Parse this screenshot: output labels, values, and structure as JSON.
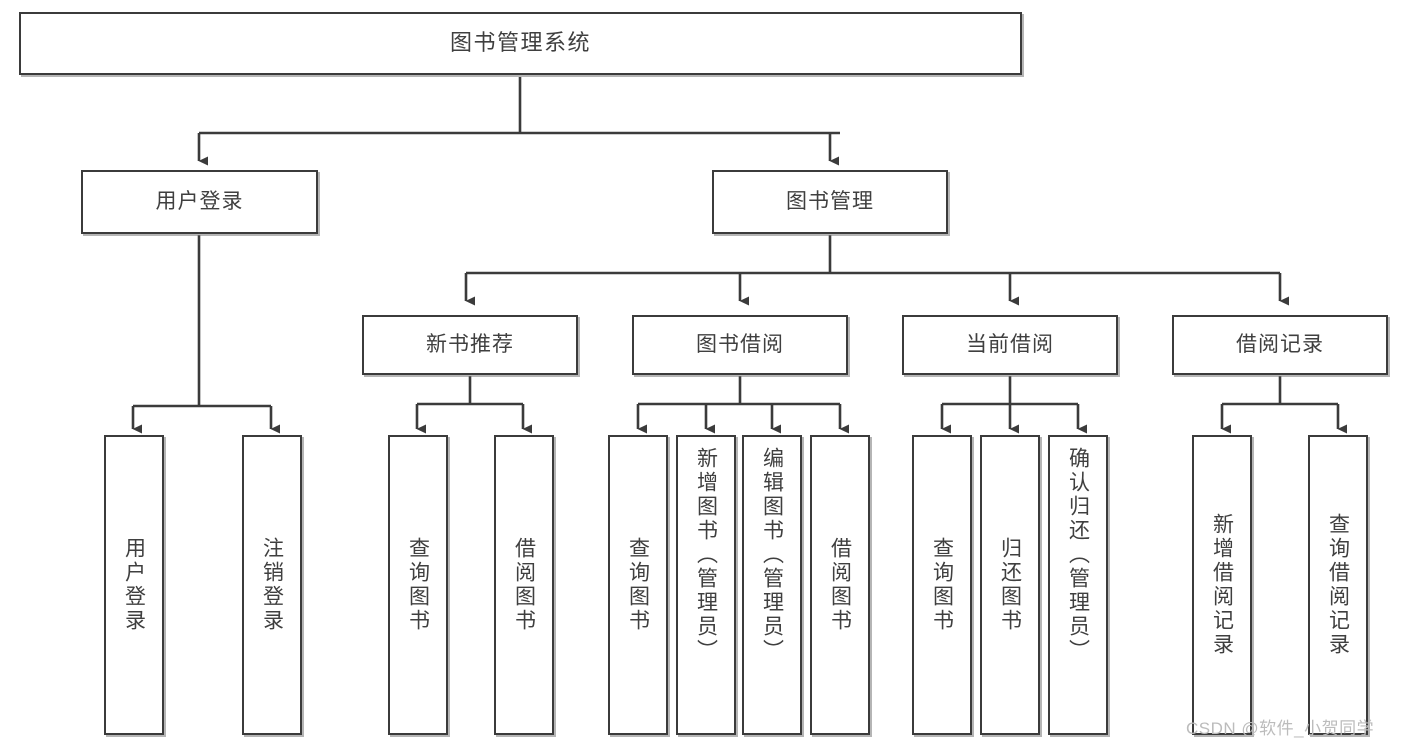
{
  "diagram": {
    "title": "图书管理系统",
    "watermark": "CSDN @软件_小贺同学",
    "line_color": "#3b3b3b",
    "box_border_color": "#3b3b3b",
    "text_color": "#3f3f3f",
    "background": "#ffffff"
  },
  "nodes": {
    "root": {
      "label": "图书管理系统"
    },
    "level2": [
      {
        "label": "用户登录"
      },
      {
        "label": "图书管理"
      }
    ],
    "level3": [
      {
        "label": "新书推荐"
      },
      {
        "label": "图书借阅"
      },
      {
        "label": "当前借阅"
      },
      {
        "label": "借阅记录"
      }
    ],
    "leaves_user_login": [
      {
        "label": "用户登录"
      },
      {
        "label": "注销登录"
      }
    ],
    "leaves_new_books": [
      {
        "label": "查询图书"
      },
      {
        "label": "借阅图书"
      }
    ],
    "leaves_borrow": [
      {
        "label": "查询图书"
      },
      {
        "label": "新增图书（管理员）"
      },
      {
        "label": "编辑图书（管理员）"
      },
      {
        "label": "借阅图书"
      }
    ],
    "leaves_current": [
      {
        "label": "查询图书"
      },
      {
        "label": "归还图书"
      },
      {
        "label": "确认归还（管理员）"
      }
    ],
    "leaves_records": [
      {
        "label": "新增借阅记录"
      },
      {
        "label": "查询借阅记录"
      }
    ]
  }
}
